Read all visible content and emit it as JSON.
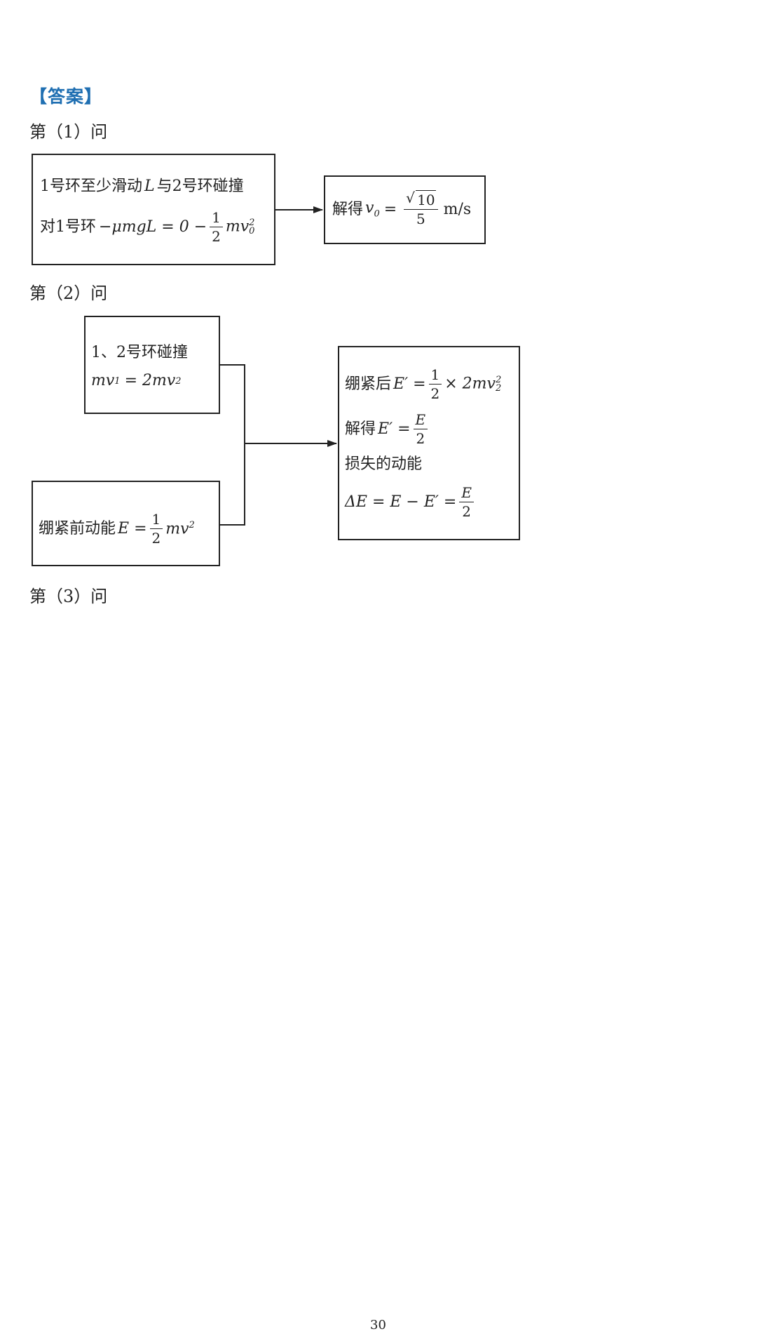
{
  "answer_tag": "【答案】",
  "q1": {
    "label": "第（1）问",
    "box1_line1": "1号环至少滑动",
    "box1_line1_var": "L",
    "box1_line1_tail": "与2号环碰撞",
    "box1_line2_prefix": "对1号环",
    "box1_line2_math": "−μmgL = 0 −",
    "box1_line2_frac_num": "1",
    "box1_line2_frac_den": "2",
    "box1_line2_tail": "mv",
    "box1_line2_tail_sup": "2",
    "box1_line2_tail_sub": "0",
    "box2_prefix": "解得",
    "box2_var": "v",
    "box2_var_sub": "0",
    "box2_eq": "=",
    "box2_frac_num": "10",
    "box2_frac_den": "5",
    "box2_unit": "m/s"
  },
  "q2": {
    "label": "第（2）问",
    "boxA_line1": "1、2号环碰撞",
    "boxA_line2_a": "mv",
    "boxA_line2_a_sub": "1",
    "boxA_line2_eq": "= 2mv",
    "boxA_line2_b_sub": "2",
    "boxB_prefix": "绷紧前动能",
    "boxB_var": "E =",
    "boxB_frac_num": "1",
    "boxB_frac_den": "2",
    "boxB_tail": "mv",
    "boxB_tail_sup": "2",
    "boxC_line1_prefix": "绷紧后",
    "boxC_line1_var": "E′ =",
    "boxC_line1_frac_num": "1",
    "boxC_line1_frac_den": "2",
    "boxC_line1_tail": "× 2mv",
    "boxC_line1_tail_sup": "2",
    "boxC_line1_tail_sub": "2",
    "boxC_line2_prefix": "解得",
    "boxC_line2_var": "E′ =",
    "boxC_line2_frac_num": "E",
    "boxC_line2_frac_den": "2",
    "boxC_line3": "损失的动能",
    "boxC_line4_math": "ΔE = E − E′ =",
    "boxC_line4_frac_num": "E",
    "boxC_line4_frac_den": "2"
  },
  "q3": {
    "label": "第（3）问"
  },
  "page_number": "30"
}
